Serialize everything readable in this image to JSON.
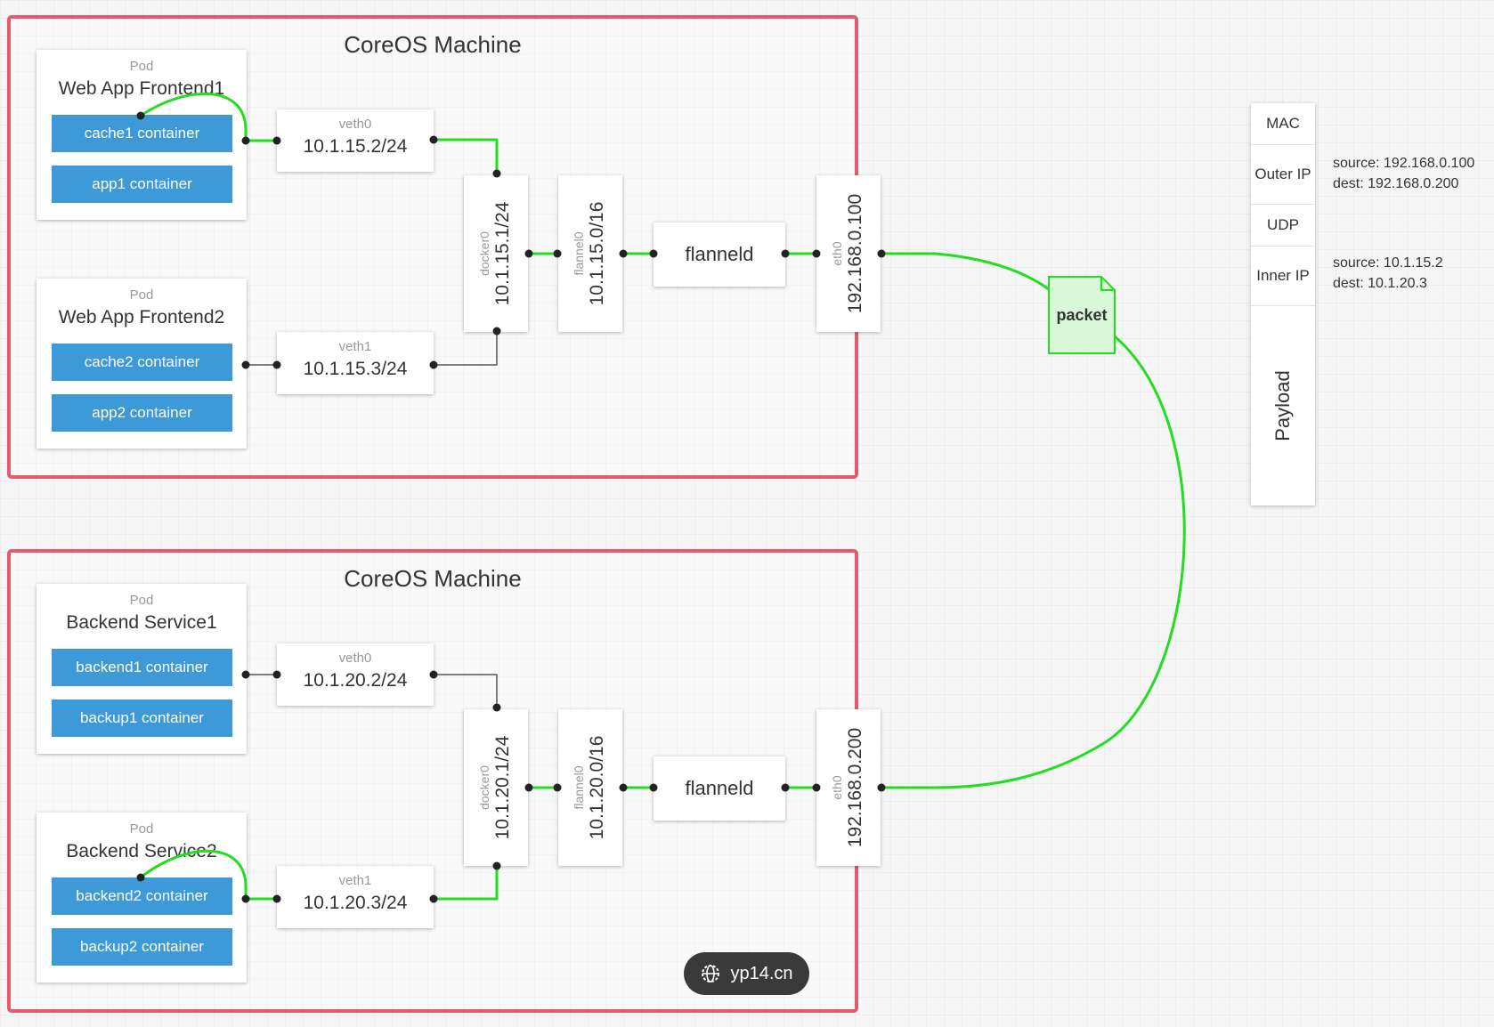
{
  "machines": [
    {
      "title": "CoreOS Machine",
      "pods": [
        {
          "label": "Pod",
          "name": "Web App Frontend1",
          "containers": [
            "cache1 container",
            "app1 container"
          ]
        },
        {
          "label": "Pod",
          "name": "Web App Frontend2",
          "containers": [
            "cache2 container",
            "app2 container"
          ]
        }
      ],
      "veths": [
        {
          "name": "veth0",
          "addr": "10.1.15.2/24"
        },
        {
          "name": "veth1",
          "addr": "10.1.15.3/24"
        }
      ],
      "docker0": {
        "name": "docker0",
        "addr": "10.1.15.1/24"
      },
      "flannel0": {
        "name": "flannel0",
        "addr": "10.1.15.0/16"
      },
      "flanneld": "flanneld",
      "eth0": {
        "name": "eth0",
        "addr": "192.168.0.100"
      }
    },
    {
      "title": "CoreOS Machine",
      "pods": [
        {
          "label": "Pod",
          "name": "Backend Service1",
          "containers": [
            "backend1 container",
            "backup1 container"
          ]
        },
        {
          "label": "Pod",
          "name": "Backend Service2",
          "containers": [
            "backend2 container",
            "backup2 container"
          ]
        }
      ],
      "veths": [
        {
          "name": "veth0",
          "addr": "10.1.20.2/24"
        },
        {
          "name": "veth1",
          "addr": "10.1.20.3/24"
        }
      ],
      "docker0": {
        "name": "docker0",
        "addr": "10.1.20.1/24"
      },
      "flannel0": {
        "name": "flannel0",
        "addr": "10.1.20.0/16"
      },
      "flanneld": "flanneld",
      "eth0": {
        "name": "eth0",
        "addr": "192.168.0.200"
      }
    }
  ],
  "packet_icon": "packet",
  "packet_struct": {
    "mac": "MAC",
    "outer_ip": "Outer IP",
    "udp": "UDP",
    "inner_ip": "Inner IP",
    "payload": "Payload"
  },
  "annotations": {
    "outer": {
      "source": "source: 192.168.0.100",
      "dest": "dest: 192.168.0.200"
    },
    "inner": {
      "source": "source: 10.1.15.2",
      "dest": "dest: 10.1.20.3"
    }
  },
  "watermark": {
    "icon": "globe-icon",
    "text": "yp14.cn"
  },
  "colors": {
    "machine_border": "#e45a6e",
    "container": "#3d99d8",
    "active_link": "#22dd22",
    "packet_fill": "#d8f8d8"
  }
}
